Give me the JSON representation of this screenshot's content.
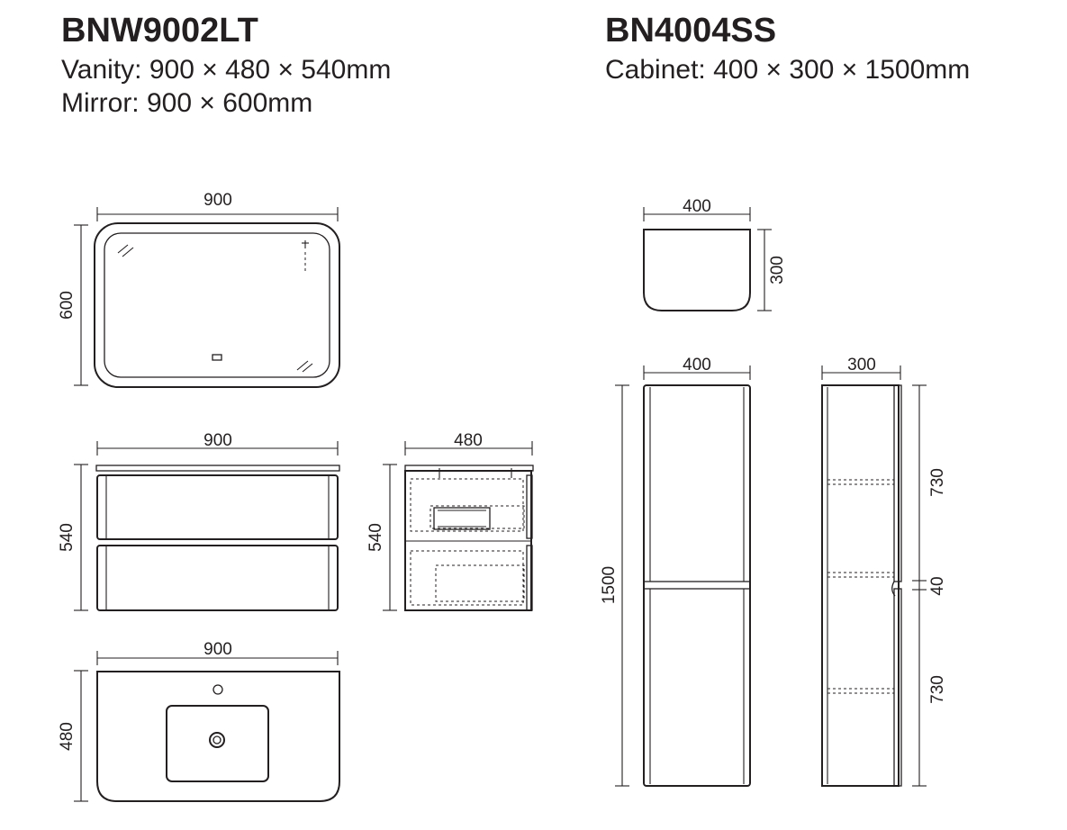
{
  "left_product": {
    "model": "BNW9002LT",
    "vanity_spec": "Vanity: 900 × 480 × 540mm",
    "mirror_spec": "Mirror: 900 × 600mm"
  },
  "right_product": {
    "model": "BN4004SS",
    "cabinet_spec": "Cabinet: 400 × 300 × 1500mm"
  },
  "dimensions": {
    "mirror_width": "900",
    "mirror_height": "600",
    "vanity_front_width": "900",
    "vanity_front_height": "540",
    "vanity_side_depth": "480",
    "vanity_side_height": "540",
    "vanity_top_width": "900",
    "vanity_top_depth": "480",
    "cabinet_top_width": "400",
    "cabinet_top_depth": "300",
    "cabinet_front_width": "400",
    "cabinet_front_height": "1500",
    "cabinet_side_depth": "300",
    "cabinet_upper_height": "730",
    "cabinet_gap_height": "40",
    "cabinet_lower_height": "730"
  }
}
